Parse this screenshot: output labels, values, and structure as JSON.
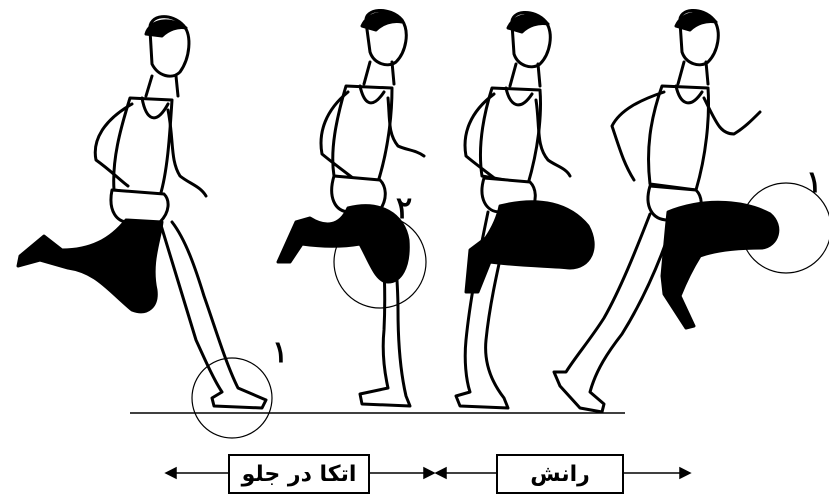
{
  "markers": {
    "m1_left": "۱",
    "m2": "۲",
    "m1_right": "۱"
  },
  "phases": {
    "support_front": "اتکا در جلو",
    "push_off": "رانش"
  }
}
